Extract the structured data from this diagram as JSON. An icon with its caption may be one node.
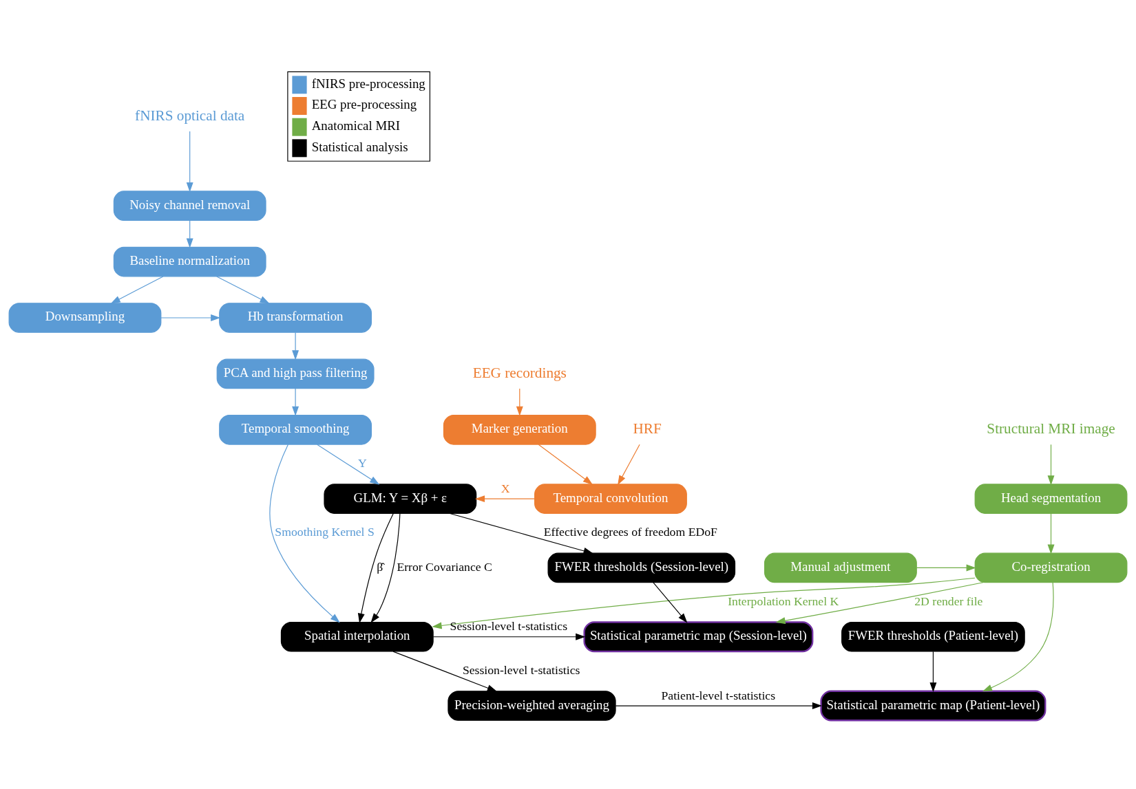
{
  "diagram": {
    "nodes": [
      {
        "text": [
          "fNIRS optical data"
        ]
      },
      {
        "text": [
          "Noisy channel removal"
        ]
      },
      {
        "text": [
          "Baseline normalization"
        ]
      },
      {
        "text": [
          "Downsampling"
        ]
      },
      {
        "text": [
          "Hb transformation"
        ]
      },
      {
        "text": [
          "PCA and high pass filtering"
        ]
      },
      {
        "text": [
          "Temporal smoothing"
        ]
      },
      {
        "text": [
          "Structural MRI image"
        ]
      },
      {
        "text": [
          "Head segmentation"
        ]
      },
      {
        "text": [
          "Co-registration"
        ]
      },
      {
        "text": [
          "Manual adjustment"
        ]
      },
      {
        "text": [
          "EEG recordings"
        ]
      },
      {
        "text": [
          "Marker generation"
        ]
      },
      {
        "text": [
          "Temporal convolution"
        ]
      },
      {
        "text": [
          "HRF"
        ]
      },
      {
        "text": [
          "GLM: Y = Xβ + ε"
        ]
      },
      {
        "text": [
          "FWER thresholds (Session-level)"
        ]
      },
      {
        "text": [
          "Spatial interpolation"
        ]
      },
      {
        "text": [
          "Statistical parametric map (Session-level)"
        ]
      },
      {
        "text": [
          "Precision-weighted averaging"
        ]
      },
      {
        "text": [
          "Statistical parametric map (Patient-level)"
        ]
      },
      {
        "text": [
          "FWER thresholds (Patient-level)"
        ]
      }
    ],
    "edges": [
      {
        "from": 0,
        "to": 1,
        "arrow": "to"
      },
      {
        "from": 1,
        "to": 2,
        "arrow": "to"
      },
      {
        "from": 2,
        "to": 3,
        "arrow": "to"
      },
      {
        "from": 2,
        "to": 4,
        "arrow": "to"
      },
      {
        "from": 3,
        "to": 4,
        "arrow": "to"
      },
      {
        "from": 4,
        "to": 5,
        "arrow": "to"
      },
      {
        "from": 5,
        "to": 6,
        "arrow": "to"
      },
      {
        "from": 6,
        "to": 15,
        "label": "Y",
        "arrow": "to"
      },
      {
        "from": 6,
        "to": 17,
        "label": "Smoothing Kernel S",
        "arrow": "to"
      },
      {
        "from": 7,
        "to": 8,
        "arrow": "to",
        "color": "#70ad47"
      },
      {
        "from": 8,
        "to": 9,
        "arrow": "to",
        "color": "#70ad47"
      },
      {
        "from": 10,
        "to": 9,
        "arrow": "to",
        "color": "#70ad47"
      },
      {
        "from": 11,
        "to": 12,
        "arrow": "to",
        "color": "#ed7d31"
      },
      {
        "from": 12,
        "to": 13,
        "arrow": "to",
        "color": "#ed7d31"
      },
      {
        "from": 14,
        "to": 13,
        "arrow": "to",
        "color": "#ed7d31"
      },
      {
        "from": 13,
        "to": 15,
        "label": "X",
        "arrow": "to",
        "color": "#ed7d31"
      },
      {
        "from": 9,
        "to": 17,
        "label": "Interpolation Kernel K",
        "arrow": "to",
        "color": "#70ad47"
      },
      {
        "from": 9,
        "to": 18,
        "label": "2D render file",
        "arrow": "to",
        "color": "#70ad47"
      },
      {
        "from": 9,
        "to": 20,
        "arrow": "to",
        "color": "#70ad47"
      },
      {
        "from": 15,
        "to": 17,
        "label": "Error Covariance C",
        "arrow": "to",
        "color": "#000000"
      },
      {
        "from": 15,
        "to": 17,
        "label": "β̂",
        "arrow": "to",
        "color": "#000000"
      },
      {
        "from": 15,
        "to": 16,
        "label": "Effective degrees of freedom EDoF",
        "arrow": "to",
        "color": "#000000"
      },
      {
        "from": 16,
        "to": 18,
        "arrow": "to",
        "color": "#000000"
      },
      {
        "from": 17,
        "to": 18,
        "label": "Session-level t-statistics",
        "arrow": "to",
        "color": "#000000"
      },
      {
        "from": 17,
        "to": 19,
        "label": "Session-level t-statistics",
        "arrow": "to",
        "color": "#000000"
      },
      {
        "from": 19,
        "to": 20,
        "label": "Patient-level t-statistics",
        "arrow": "to",
        "color": "#000000"
      },
      {
        "from": 21,
        "to": 20,
        "arrow": "to",
        "color": "#000000"
      }
    ],
    "legend": [
      {
        "text": "fNIRS pre-processing",
        "color": "#5b9bd5"
      },
      {
        "text": "EEG pre-processing",
        "color": "#ed7d31"
      },
      {
        "text": "Anatomical MRI",
        "color": "#70ad47"
      },
      {
        "text": "Statistical analysis",
        "color": "#000000"
      }
    ]
  }
}
